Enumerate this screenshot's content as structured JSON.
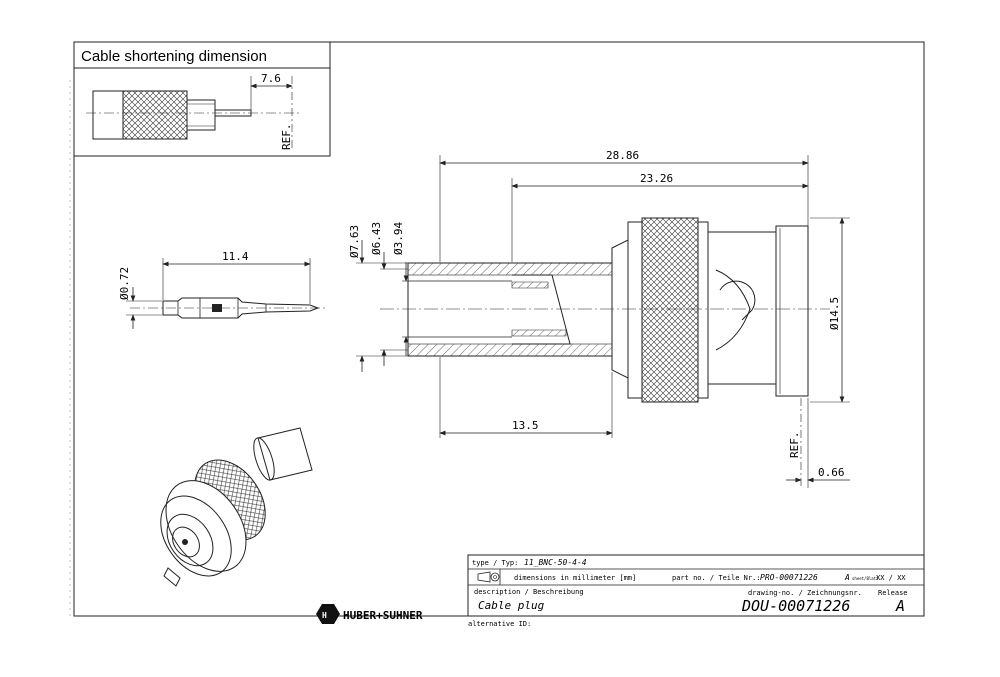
{
  "inset": {
    "title": "Cable shortening dimension",
    "dim": "7.6",
    "ref": "REF."
  },
  "pin": {
    "dia": "Ø0.72",
    "length": "11.4"
  },
  "main": {
    "overall_length": "28.86",
    "body_length": "23.26",
    "insertion_length": "13.5",
    "dia_outer": "Ø7.63",
    "dia_mid": "Ø6.43",
    "dia_inner": "Ø3.94",
    "dia_body": "Ø14.5",
    "ref": "REF.",
    "offset": "0.66"
  },
  "title_block": {
    "type_label": "type / Typ:",
    "type_value": "11_BNC-50-4-4",
    "units": "dimensions in millimeter [mm]",
    "part_label": "part no. / Teile Nr.:",
    "part_value": "PRO-00071226",
    "revision": "A",
    "sheet_label": "sheet/Blatt",
    "sheet_value": "XX / XX",
    "desc_label": "description / Beschreibung",
    "desc_value": "Cable plug",
    "drawing_label": "drawing-no. / Zeichnungsnr.",
    "drawing_value": "DOU-00071226",
    "release_label": "Release",
    "release_value": "A",
    "alt_label": "alternative ID:",
    "logo": "HUBER+SUHNER"
  },
  "colors": {
    "line": "#222222",
    "hatch": "#444444",
    "background": "#ffffff"
  }
}
